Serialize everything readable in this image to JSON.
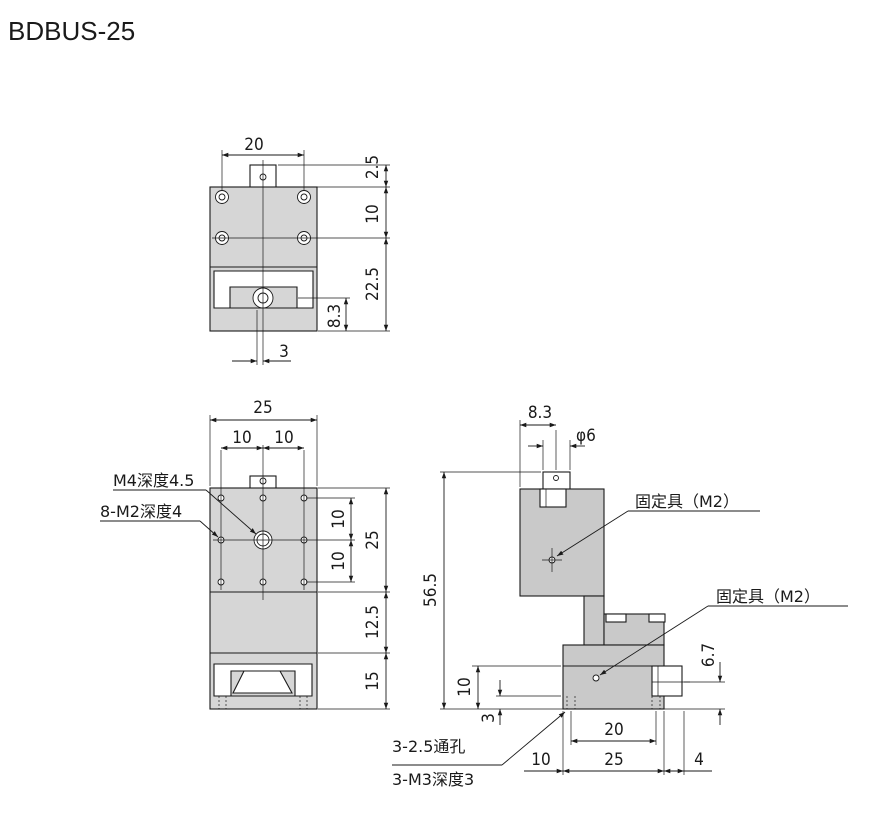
{
  "title": "BDBUS-25",
  "top_view": {
    "dim_width": "20",
    "dim_top": "2.5",
    "dim_pitch": "10",
    "dim_middle": "22.5",
    "dim_bottom": "8.3",
    "dim_offset": "3"
  },
  "front_view": {
    "dim_width": "25",
    "dim_pitch_left": "10",
    "dim_pitch_right": "10",
    "label_center_hole": "M4深度4.5",
    "label_holes": "8-M2深度4",
    "dim_v_pitch_1": "10",
    "dim_v_pitch_2": "10",
    "dim_v_span": "25",
    "dim_mid": "12.5",
    "dim_bottom": "15"
  },
  "side_view": {
    "dim_offset": "8.3",
    "dim_knob_dia": "φ6",
    "label_clamp_upper": "固定具（M2）",
    "label_clamp_lower": "固定具（M2）",
    "dim_height": "56.5",
    "dim_knob_height": "6.7",
    "dim_base_height": "10",
    "dim_hole_height": "3",
    "dim_hole_pitch": "20",
    "dim_base_width": "25",
    "dim_left_offset": "10",
    "dim_right_offset": "4",
    "label_through_holes": "3-2.5通孔",
    "label_tapped_holes": "3-M3深度3"
  }
}
